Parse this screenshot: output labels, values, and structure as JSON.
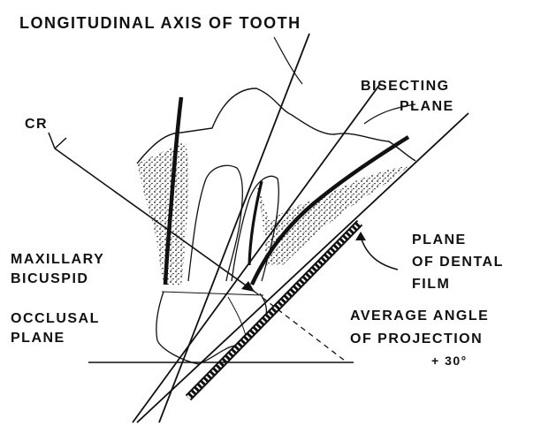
{
  "labels": {
    "longitudinal_axis": "LONGITUDINAL AXIS OF TOOTH",
    "bisecting_line1": "BISECTING",
    "bisecting_line2": "PLANE",
    "cr": "CR",
    "film_line1": "PLANE",
    "film_line2": "OF DENTAL",
    "film_line3": "FILM",
    "tooth_line1": "MAXILLARY",
    "tooth_line2": "BICUSPID",
    "occlusal_line1": "OCCLUSAL",
    "occlusal_line2": "PLANE",
    "angle_line1": "AVERAGE ANGLE",
    "angle_line2": "OF PROJECTION",
    "angle_value": "+ 30°"
  },
  "colors": {
    "ink": "#111111",
    "background": "#ffffff"
  }
}
